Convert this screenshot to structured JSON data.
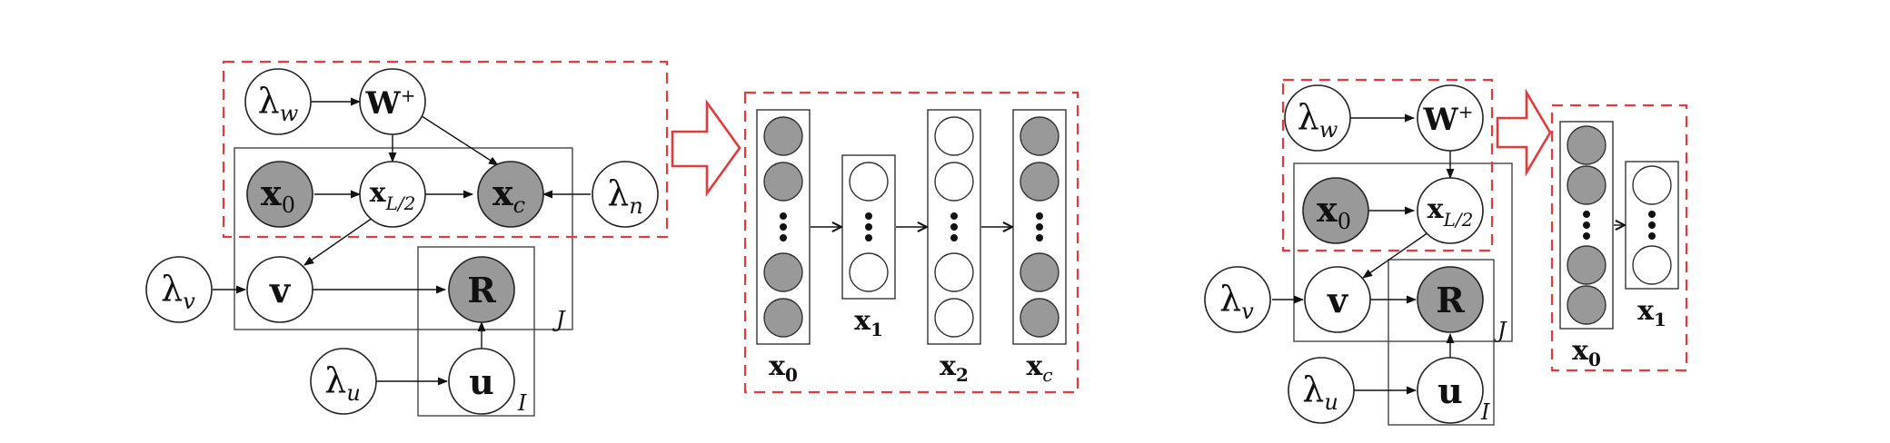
{
  "colors": {
    "observed_fill": "#999999",
    "latent_fill": "#ffffff",
    "highlight_dash": "#e23b3b",
    "stroke": "#222222"
  },
  "figure_left": {
    "nodes": {
      "lambda_w": {
        "base": "λ",
        "sub": "w"
      },
      "w_plus": {
        "base": "W",
        "sup": "+"
      },
      "x0": {
        "base": "x",
        "sub": "0"
      },
      "xL2": {
        "base": "x",
        "sub": "L/2"
      },
      "xc": {
        "base": "x",
        "sub": "c"
      },
      "lambda_n": {
        "base": "λ",
        "sub": "n"
      },
      "lambda_v": {
        "base": "λ",
        "sub": "v"
      },
      "v": {
        "base": "v"
      },
      "R": {
        "base": "R"
      },
      "lambda_u": {
        "base": "λ",
        "sub": "u"
      },
      "u": {
        "base": "u"
      }
    },
    "plates": {
      "J": "J",
      "I": "I"
    },
    "network": {
      "columns": [
        {
          "label_base": "x",
          "label_sub": "0",
          "units": [
            "filled",
            "filled",
            "dots",
            "filled",
            "filled"
          ]
        },
        {
          "label_base": "x",
          "label_sub": "1",
          "units": [
            "empty",
            "dots",
            "empty"
          ]
        },
        {
          "label_base": "x",
          "label_sub": "2",
          "units": [
            "empty",
            "empty",
            "dots",
            "empty",
            "empty"
          ]
        },
        {
          "label_base": "x",
          "label_sub": "c",
          "units": [
            "filled",
            "filled",
            "dots",
            "filled",
            "filled"
          ]
        }
      ]
    }
  },
  "figure_right": {
    "nodes": {
      "lambda_w": {
        "base": "λ",
        "sub": "w"
      },
      "w_plus": {
        "base": "W",
        "sup": "+"
      },
      "x0": {
        "base": "x",
        "sub": "0"
      },
      "xL2": {
        "base": "x",
        "sub": "L/2"
      },
      "lambda_v": {
        "base": "λ",
        "sub": "v"
      },
      "v": {
        "base": "v"
      },
      "R": {
        "base": "R"
      },
      "lambda_u": {
        "base": "λ",
        "sub": "u"
      },
      "u": {
        "base": "u"
      }
    },
    "plates": {
      "J": "J",
      "I": "I"
    },
    "network": {
      "columns": [
        {
          "label_base": "x",
          "label_sub": "0",
          "units": [
            "filled",
            "filled",
            "dots",
            "filled",
            "filled"
          ]
        },
        {
          "label_base": "x",
          "label_sub": "1",
          "units": [
            "empty",
            "dots",
            "empty"
          ]
        }
      ]
    }
  }
}
